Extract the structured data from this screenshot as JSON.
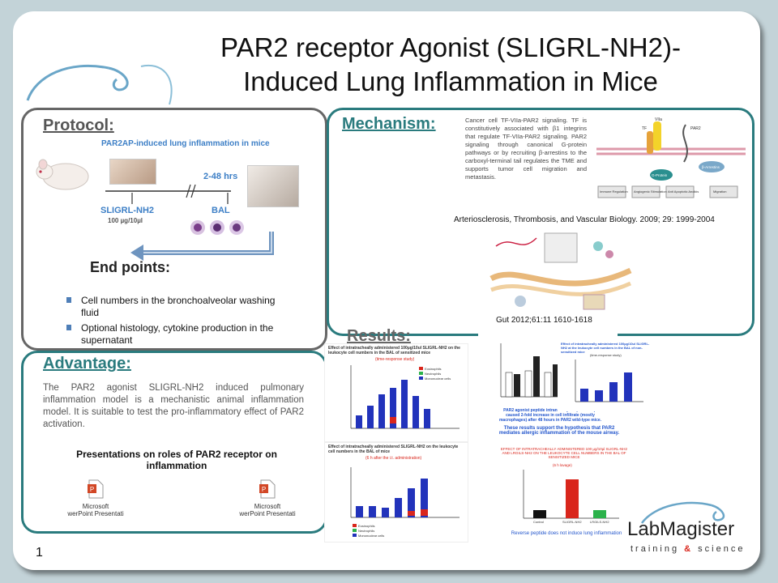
{
  "title_line1": "PAR2 receptor Agonist (SLIGRL-NH2)-",
  "title_line2": "Induced Lung Inflammation in Mice",
  "protocol": {
    "heading": "Protocol:",
    "diagram_title": "PAR2AP-induced lung inflammation in mice",
    "agonist": "SLIGRL-NH2",
    "dose": "100 µg/10µl",
    "time": "2-48 hrs",
    "bal": "BAL",
    "endpoints_heading": "End points:",
    "bullets": [
      "Cell numbers in the bronchoalveolar washing fluid",
      "Optional histology, cytokine production in the supernatant"
    ]
  },
  "advantage": {
    "heading": "Advantage:",
    "text": "The PAR2 agonist SLIGRL-NH2 induced pulmonary inflammation model is a mechanistic animal inflammation model. It is suitable to test the pro-inflammatory effect of PAR2 activation.",
    "presentations_title": "Presentations on roles of PAR2 receptor on inflammation",
    "file1_label_line1": "Microsoft",
    "file1_label_line2": "werPoint Presentati",
    "file2_label_line1": "Microsoft",
    "file2_label_line2": "werPoint Presentati"
  },
  "mechanism": {
    "heading": "Mechanism:",
    "text": "Cancer cell TF-VIIa-PAR2 signaling. TF is constitutively associated with β1 integrins that regulate TF-VIIa-PAR2 signaling. PAR2 signaling through canonical G-protein pathways or by recruiting β-arrestins to the carboxyl-terminal tail regulates the TME and supports tumor cell migration and metastasis.",
    "ref1": "Arteriosclerosis, Thrombosis, and Vascular Biology. 2009; 29: 1999-2004",
    "ref2": "Gut 2012;61:11 1610-1618",
    "diagram_labels": [
      "VIIa",
      "TF",
      "PAR2",
      "G-Protein",
      "β-Arrestins",
      "Immune Regulation",
      "Angiogenic Stimulation",
      "Anti Apoptotic Anoikis",
      "Migration"
    ]
  },
  "results": {
    "heading": "Results:",
    "chart1_title": "Effect of intratracheally administered 100µg/10ul SLIGRL-NH2 on the leukocyte cell numbers in the BAL of sensitized mice",
    "chart1_sub": "(time-response study)",
    "chart1_legend": [
      "Eosinophils",
      "Neutrophils",
      "Mononuclear cells"
    ],
    "chart2_title": "Effect of intratracheally administered SLIGRL-NH2 on the leukocyte cell numbers in the BAL of mice",
    "chart2_sub": "(6 h after the i.t. administration)",
    "chart3_caption": "PAR2 agonist peptide intranasally 100µM in 50 µl caused 2-fold increase in cell infiltrate (mostly macrophages) after 48 hours in PAR2 wild-type mice.",
    "chart3_conclusion": "These results support the hypothesis that PAR2 mediates allergic inflammation of the mouse airway.",
    "chart4_title": "Effect of intratracheally administered 100µg/10ul SLIGRL-NH2 at the leukocyte cell numbers in the BAL of non-sensitized mice",
    "chart4_sub": "(time-response study)",
    "chart5_title": "EFFECT OF INTRATRACHEALLY ADMINISTERED 100 µg/10µl SLIGRL-NH2 AND LRGILS-NH2 ON THE LEUKOCYTE CELL NUMBERS IN THE BAL OF SENSITIZED MICE",
    "chart5_sub": "(6 h lavage)",
    "chart5_caption": "Reverse peptide does not induce lung inflammation",
    "chart5_cats": [
      "Control",
      "SLIGRL-NH2",
      "LRGILS-NH2"
    ]
  },
  "logo": {
    "name": "LabMagister",
    "tag_a": "training ",
    "tag_amp": "&",
    "tag_b": " science"
  },
  "page_number": "1",
  "colors": {
    "teal": "#2a7b7e",
    "gray_border": "#666666",
    "red": "#d9261c",
    "green": "#2cb24b",
    "blue": "#2233bb"
  }
}
